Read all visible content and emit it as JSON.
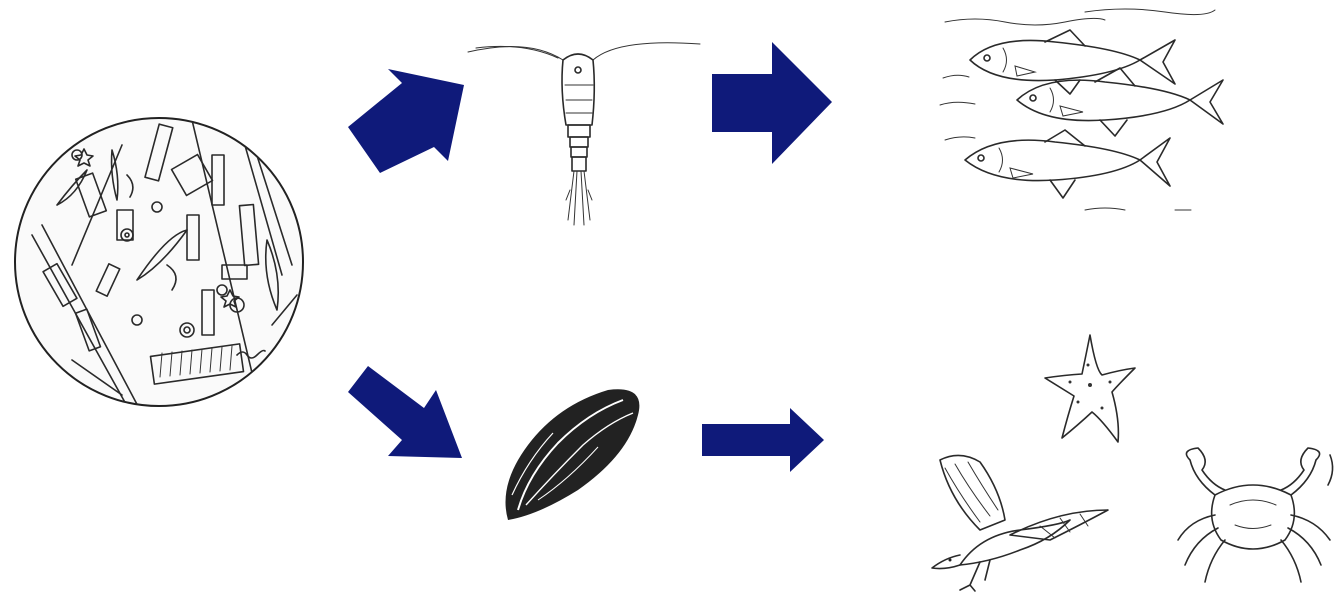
{
  "diagram": {
    "type": "food-web",
    "arrow_color": "#0f1a7a",
    "nodes": [
      {
        "id": "phytoplankton",
        "icon": "phytoplankton-icon"
      },
      {
        "id": "copepod",
        "icon": "copepod-icon"
      },
      {
        "id": "fish-school",
        "icon": "fish-school-icon"
      },
      {
        "id": "mussel",
        "icon": "mussel-icon"
      },
      {
        "id": "starfish",
        "icon": "starfish-icon"
      },
      {
        "id": "seagull",
        "icon": "seagull-icon"
      },
      {
        "id": "crab",
        "icon": "crab-icon"
      }
    ],
    "edges": [
      {
        "from": "phytoplankton",
        "to": "copepod"
      },
      {
        "from": "copepod",
        "to": "fish-school"
      },
      {
        "from": "phytoplankton",
        "to": "mussel"
      },
      {
        "from": "mussel",
        "to": "predators"
      }
    ]
  }
}
